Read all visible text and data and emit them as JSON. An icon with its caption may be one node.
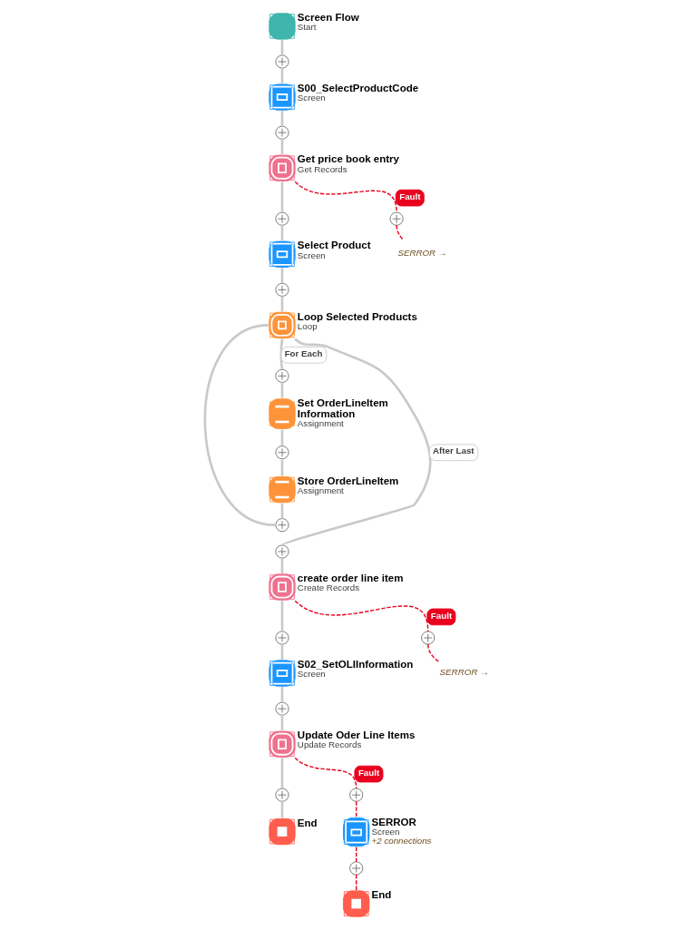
{
  "diagram": {
    "nodes": [
      {
        "text": [
          "Screen Flow",
          "Start"
        ]
      },
      {
        "text": [],
        "shape": "circle"
      },
      {
        "text": [
          "S00_SelectProductCode",
          "Screen"
        ]
      },
      {
        "text": [],
        "shape": "circle"
      },
      {
        "text": [
          "Get price book entry",
          "Get Records"
        ]
      },
      {
        "text": [],
        "shape": "circle"
      },
      {
        "text": [
          "SERROR →"
        ]
      },
      {
        "text": [],
        "shape": "circle"
      },
      {
        "text": [
          "Select Product",
          "Screen"
        ]
      },
      {
        "text": [],
        "shape": "circle"
      },
      {
        "text": [
          "Loop Selected Products",
          "Loop"
        ]
      },
      {
        "text": [],
        "shape": "circle"
      },
      {
        "text": [
          "Set OrderLineItem Information",
          "Assignment"
        ]
      },
      {
        "text": [],
        "shape": "circle"
      },
      {
        "text": [
          "Store OrderLineItem",
          "Assignment"
        ]
      },
      {
        "text": [],
        "shape": "circle"
      },
      {
        "text": [],
        "shape": "circle"
      },
      {
        "text": [
          "create order line item",
          "Create Records"
        ]
      },
      {
        "text": [],
        "shape": "circle"
      },
      {
        "text": [
          "SERROR →"
        ]
      },
      {
        "text": [],
        "shape": "circle"
      },
      {
        "text": [
          "S02_SetOLIInformation",
          "Screen"
        ]
      },
      {
        "text": [],
        "shape": "circle"
      },
      {
        "text": [
          "Update Oder Line Items",
          "Update Records"
        ]
      },
      {
        "text": [],
        "shape": "circle"
      },
      {
        "text": [],
        "shape": "circle"
      },
      {
        "text": [
          "End"
        ]
      },
      {
        "text": [
          "SERROR",
          "Screen",
          "+2 connections"
        ]
      },
      {
        "text": [],
        "shape": "circle"
      },
      {
        "text": [
          "End"
        ]
      }
    ],
    "edges": [
      {
        "from": 0,
        "to": 1,
        "arrow": "none"
      },
      {
        "from": 1,
        "to": 2,
        "arrow": "none"
      },
      {
        "from": 2,
        "to": 3,
        "arrow": "none"
      },
      {
        "from": 3,
        "to": 4,
        "arrow": "none"
      },
      {
        "from": 4,
        "to": 5,
        "arrow": "none",
        "label": "Fault",
        "style": "dashed",
        "color": "#ea001e"
      },
      {
        "from": 5,
        "to": 6,
        "arrow": "none",
        "style": "dashed",
        "color": "#ea001e"
      },
      {
        "from": 4,
        "to": 7,
        "arrow": "none"
      },
      {
        "from": 7,
        "to": 8,
        "arrow": "none"
      },
      {
        "from": 8,
        "to": 9,
        "arrow": "none"
      },
      {
        "from": 9,
        "to": 10,
        "arrow": "none"
      },
      {
        "from": 10,
        "to": 11,
        "arrow": "none",
        "label": "For Each"
      },
      {
        "from": 11,
        "to": 12,
        "arrow": "none"
      },
      {
        "from": 12,
        "to": 13,
        "arrow": "none"
      },
      {
        "from": 13,
        "to": 14,
        "arrow": "none"
      },
      {
        "from": 14,
        "to": 15,
        "arrow": "none"
      },
      {
        "from": 15,
        "to": 10,
        "arrow": "none"
      },
      {
        "from": 10,
        "to": 16,
        "arrow": "none",
        "label": "After Last"
      },
      {
        "from": 16,
        "to": 17,
        "arrow": "none"
      },
      {
        "from": 17,
        "to": 18,
        "arrow": "none",
        "label": "Fault",
        "style": "dashed",
        "color": "#ea001e"
      },
      {
        "from": 18,
        "to": 19,
        "arrow": "none",
        "style": "dashed",
        "color": "#ea001e"
      },
      {
        "from": 17,
        "to": 20,
        "arrow": "none"
      },
      {
        "from": 20,
        "to": 21,
        "arrow": "none"
      },
      {
        "from": 21,
        "to": 22,
        "arrow": "none"
      },
      {
        "from": 22,
        "to": 23,
        "arrow": "none"
      },
      {
        "from": 23,
        "to": 24,
        "arrow": "none",
        "label": "Fault",
        "style": "dashed",
        "color": "#ea001e"
      },
      {
        "from": 24,
        "to": 27,
        "arrow": "none",
        "style": "dashed",
        "color": "#ea001e"
      },
      {
        "from": 27,
        "to": 28,
        "arrow": "none",
        "style": "dashed",
        "color": "#ea001e"
      },
      {
        "from": 28,
        "to": 29,
        "arrow": "none",
        "style": "dashed",
        "color": "#ea001e"
      },
      {
        "from": 23,
        "to": 25,
        "arrow": "none"
      },
      {
        "from": 25,
        "to": 26,
        "arrow": "none"
      }
    ]
  }
}
